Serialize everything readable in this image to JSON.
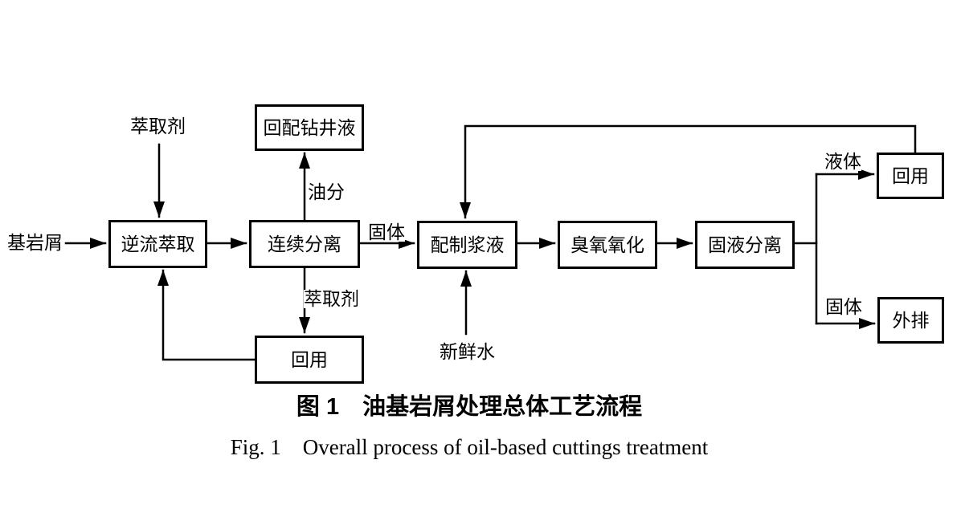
{
  "diagram": {
    "nodes": [
      {
        "id": "countercurrent-extraction",
        "label": "逆流萃取"
      },
      {
        "id": "continuous-separation",
        "label": "连续分离"
      },
      {
        "id": "drilling-fluid-reblend",
        "label": "回配钻井液"
      },
      {
        "id": "extractant-reuse",
        "label": "回用"
      },
      {
        "id": "slurry-preparation",
        "label": "配制浆液"
      },
      {
        "id": "ozone-oxidation",
        "label": "臭氧氧化"
      },
      {
        "id": "solid-liquid-separation",
        "label": "固液分离"
      },
      {
        "id": "liquid-reuse",
        "label": "回用"
      },
      {
        "id": "solid-discharge",
        "label": "外排"
      }
    ],
    "flow_labels": [
      {
        "id": "extractant-in",
        "text": "萃取剂"
      },
      {
        "id": "base-cuttings-in",
        "text": "基岩屑"
      },
      {
        "id": "oil-fraction",
        "text": "油分"
      },
      {
        "id": "solid-to-slurry",
        "text": "固体"
      },
      {
        "id": "extractant-recycle",
        "text": "萃取剂"
      },
      {
        "id": "fresh-water-in",
        "text": "新鲜水"
      },
      {
        "id": "liquid-out",
        "text": "液体"
      },
      {
        "id": "solid-out",
        "text": "固体"
      }
    ],
    "edges": [
      {
        "from": "input-base-cuttings",
        "to": "countercurrent-extraction"
      },
      {
        "from": "input-extractant",
        "to": "countercurrent-extraction"
      },
      {
        "from": "countercurrent-extraction",
        "to": "continuous-separation"
      },
      {
        "from": "continuous-separation",
        "to": "drilling-fluid-reblend",
        "label": "油分"
      },
      {
        "from": "continuous-separation",
        "to": "slurry-preparation",
        "label": "固体"
      },
      {
        "from": "continuous-separation",
        "to": "extractant-reuse",
        "label": "萃取剂"
      },
      {
        "from": "extractant-reuse",
        "to": "countercurrent-extraction"
      },
      {
        "from": "input-fresh-water",
        "to": "slurry-preparation"
      },
      {
        "from": "slurry-preparation",
        "to": "ozone-oxidation"
      },
      {
        "from": "ozone-oxidation",
        "to": "solid-liquid-separation"
      },
      {
        "from": "solid-liquid-separation",
        "to": "liquid-reuse",
        "label": "液体"
      },
      {
        "from": "solid-liquid-separation",
        "to": "solid-discharge",
        "label": "固体"
      },
      {
        "from": "liquid-reuse",
        "to": "slurry-preparation"
      }
    ]
  },
  "caption": {
    "zh": "图 1　油基岩屑处理总体工艺流程",
    "en": "Fig. 1    Overall process of oil-based cuttings treatment"
  },
  "colors": {
    "line": "#000000",
    "background": "#ffffff"
  }
}
